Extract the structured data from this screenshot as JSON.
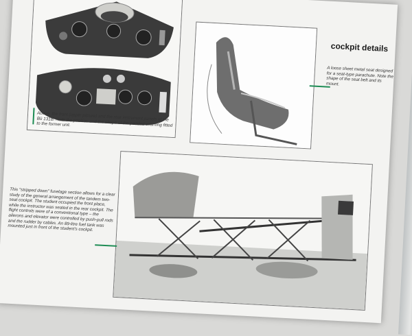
{
  "page": {
    "section_title": "cockpit details"
  },
  "captions": {
    "instrument_panels": "Above, the front (upper picture) and the rear instrument panels of the Bü 131B. Note the position and the shape of the padded coaming fitted to the former unit.",
    "seat": "A loose sheet metal seat designed for a seat-type parachute. Note the shape of the seat belt and its mount.",
    "fuselage": "This \"stripped down\" fuselage section allows for a clear study of the general arrangement of the tandem two-seat cockpit. The student occupied the front place, while the instructor was seated in the rear cockpit. The flight controls were of a conventional type – the ailerons and elevator were controlled by push-pull rods and the rudder by cables. An 89-litre fuel tank was mounted just in front of the student's cockpit."
  },
  "colors": {
    "accent": "#1d8c54"
  }
}
